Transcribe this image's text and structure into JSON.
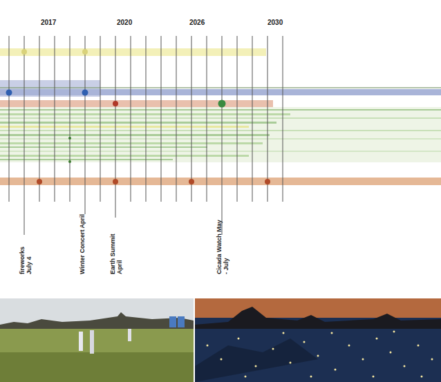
{
  "diagram": {
    "labels": [
      "2017",
      "2020",
      "2026",
      "2030",
      "fireworks July 4",
      "Winter Concert April",
      "Earth Summit April",
      "Cicada Watch May - July"
    ]
  }
}
